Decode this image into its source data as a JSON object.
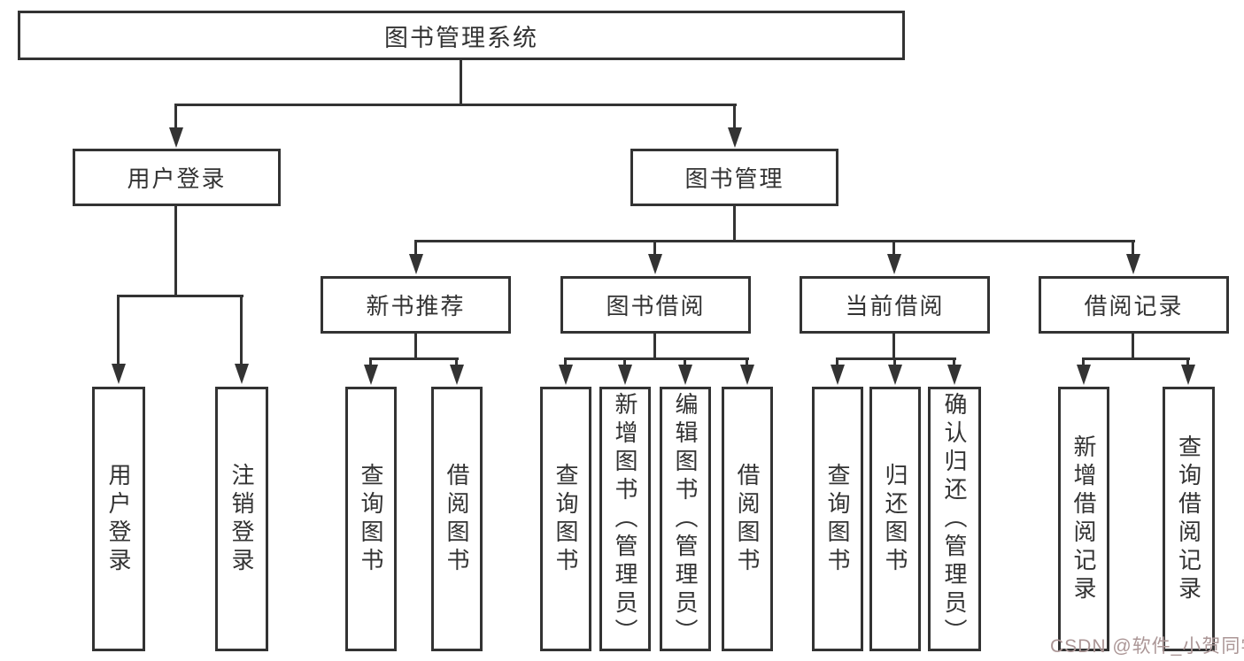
{
  "diagram": {
    "root": {
      "label": "图书管理系统"
    },
    "level2": {
      "user_login": {
        "label": "用户登录"
      },
      "book_mgmt": {
        "label": "图书管理"
      }
    },
    "level3": {
      "new_book_rec": {
        "label": "新书推荐"
      },
      "book_borrow": {
        "label": "图书借阅"
      },
      "current_borrow": {
        "label": "当前借阅"
      },
      "borrow_records": {
        "label": "借阅记录"
      }
    },
    "leaves": {
      "user_login_leaf": {
        "label": "用户登录"
      },
      "logout_leaf": {
        "label": "注销登录"
      },
      "rec_query_book": {
        "label": "查询图书"
      },
      "rec_borrow_book": {
        "label": "借阅图书"
      },
      "bor_query_book": {
        "label": "查询图书"
      },
      "bor_add_book": {
        "label": "新增图书（管理员）"
      },
      "bor_edit_book": {
        "label": "编辑图书（管理员）"
      },
      "bor_borrow_book": {
        "label": "借阅图书"
      },
      "cur_query_book": {
        "label": "查询图书"
      },
      "cur_return_book": {
        "label": "归还图书"
      },
      "cur_confirm_return": {
        "label": "确认归还（管理员）"
      },
      "log_add_record": {
        "label": "新增借阅记录"
      },
      "log_query_record": {
        "label": "查询借阅记录"
      }
    }
  },
  "watermark": {
    "text": "CSDN @软件_小贺同学"
  },
  "colors": {
    "line": "#333333",
    "text": "#333333",
    "background": "#ffffff",
    "watermark": "#ab9696"
  }
}
